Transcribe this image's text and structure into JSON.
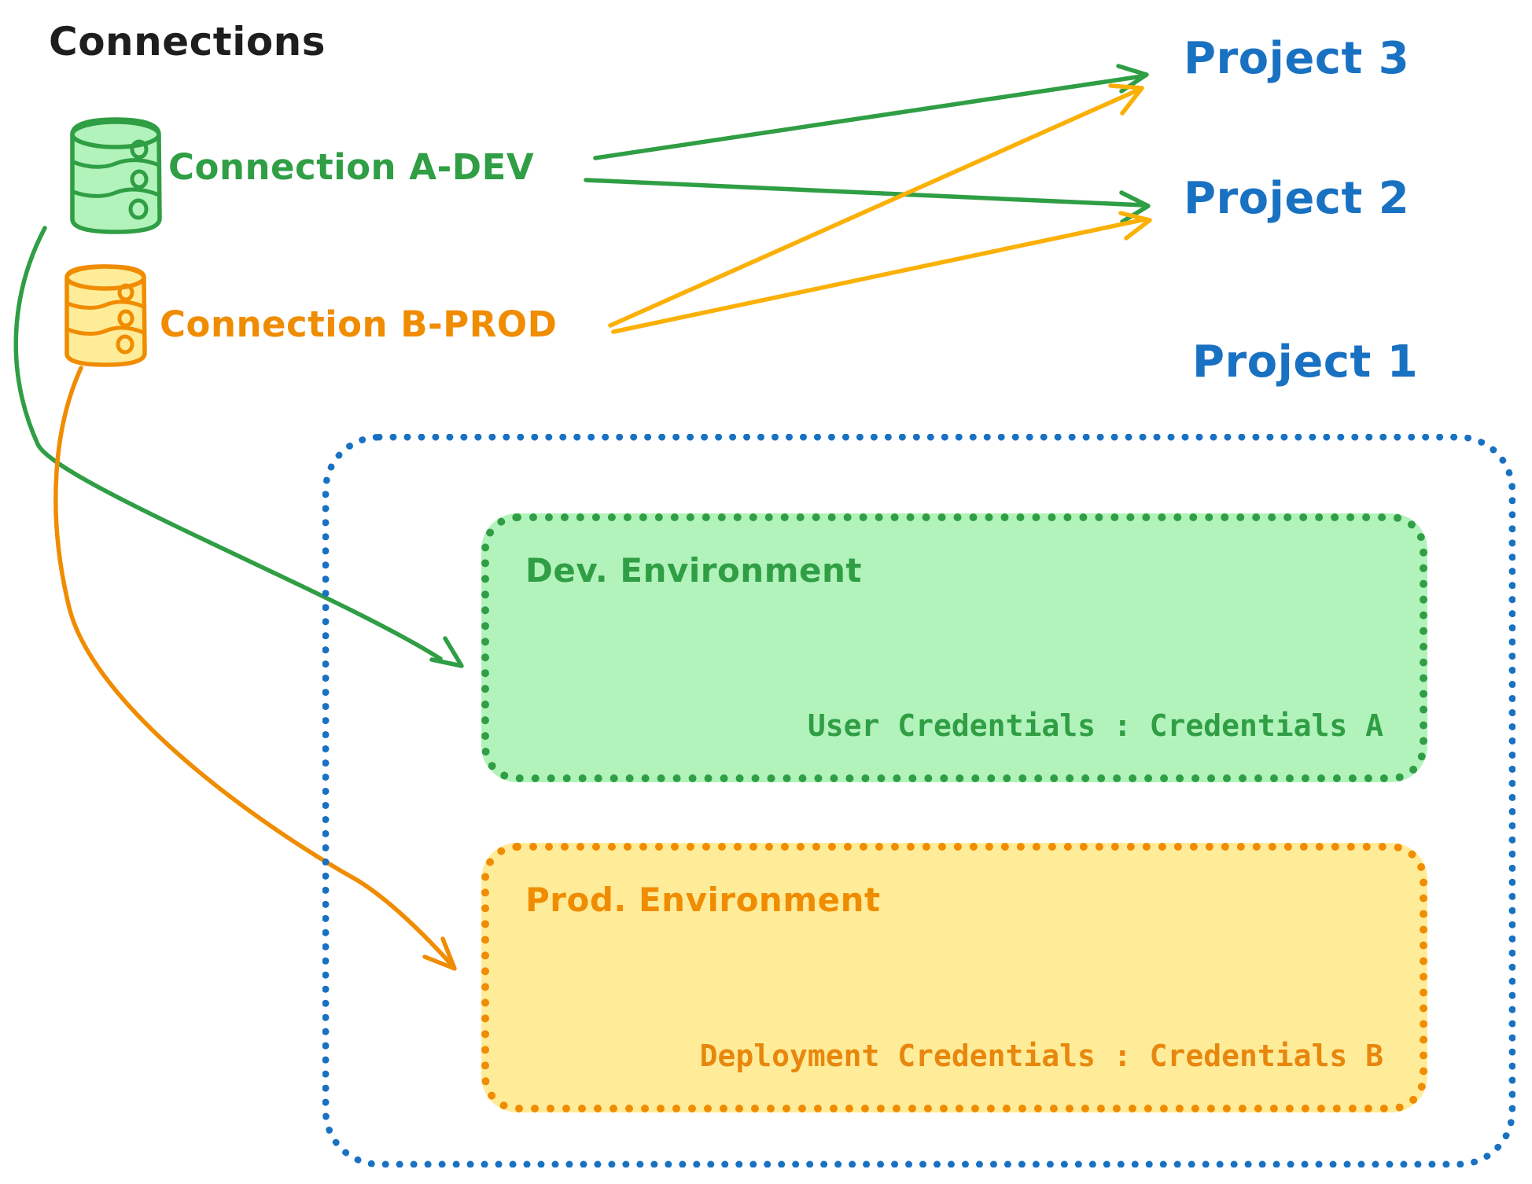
{
  "title": "Connections",
  "colors": {
    "black": "#1e1e1e",
    "green_stroke": "#2f9e44",
    "green_fill": "#b2f2bb",
    "orange_stroke": "#f08c00",
    "orange_fill": "#ffec99",
    "blue": "#1971c2",
    "background": "#ffffff"
  },
  "connections": [
    {
      "label": "Connection A-DEV",
      "color": "green",
      "icon": "database-icon"
    },
    {
      "label": "Connection B-PROD",
      "color": "orange",
      "icon": "database-icon"
    }
  ],
  "projects": [
    {
      "label": "Project 3"
    },
    {
      "label": "Project 2"
    },
    {
      "label": "Project 1"
    }
  ],
  "environments": [
    {
      "title": "Dev. Environment",
      "credentials_text": "User Credentials : Credentials A"
    },
    {
      "title": "Prod. Environment",
      "credentials_text": "Deployment Credentials : Credentials B"
    }
  ],
  "arrows": [
    {
      "from": "Connection A-DEV",
      "to": "Project 3",
      "color": "green"
    },
    {
      "from": "Connection A-DEV",
      "to": "Project 2",
      "color": "green"
    },
    {
      "from": "Connection B-PROD",
      "to": "Project 3",
      "color": "orange"
    },
    {
      "from": "Connection B-PROD",
      "to": "Project 2",
      "color": "orange"
    },
    {
      "from": "Connection A-DEV",
      "to": "Dev. Environment",
      "color": "green",
      "style": "curved"
    },
    {
      "from": "Connection B-PROD",
      "to": "Prod. Environment",
      "color": "orange",
      "style": "curved"
    }
  ]
}
